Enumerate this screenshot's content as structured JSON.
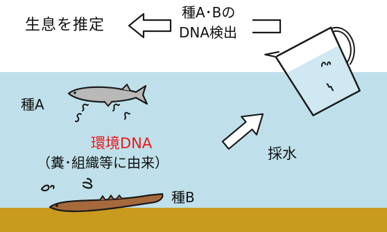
{
  "labels": {
    "infer_habitat": "生息を推定",
    "detect_line1": "種A･Bの",
    "detect_line2": "DNA検出",
    "species_a": "種A",
    "environmental_dna": "環境DNA",
    "edna_origin": "（糞･組織等に由来）",
    "water_sampling": "採水",
    "species_b": "種B"
  },
  "colors": {
    "water": "#bfe0ea",
    "sediment": "#c89a1e",
    "fish_a": "#b9b9b9",
    "fish_b": "#a6693c",
    "edna_text": "#e8191c",
    "outline": "#1a1a1a"
  },
  "icons": {
    "arrow_left": "hollow-left-arrow",
    "arrow_up": "hollow-diagonal-arrow",
    "container": "water-pitcher"
  }
}
